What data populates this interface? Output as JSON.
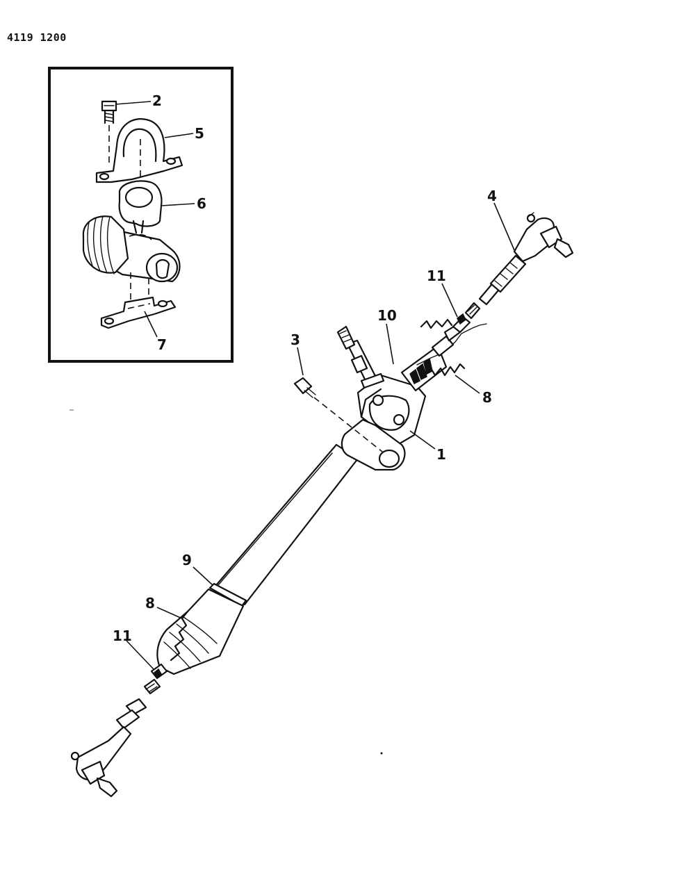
{
  "header": {
    "page_id": "4119 1200"
  },
  "callouts": {
    "c1": "1",
    "c2": "2",
    "c3": "3",
    "c4": "4",
    "c5": "5",
    "c6": "6",
    "c7": "7",
    "c8_upper": "8",
    "c8_lower": "8",
    "c9": "9",
    "c10": "10",
    "c11_upper": "11",
    "c11_lower": "11"
  }
}
